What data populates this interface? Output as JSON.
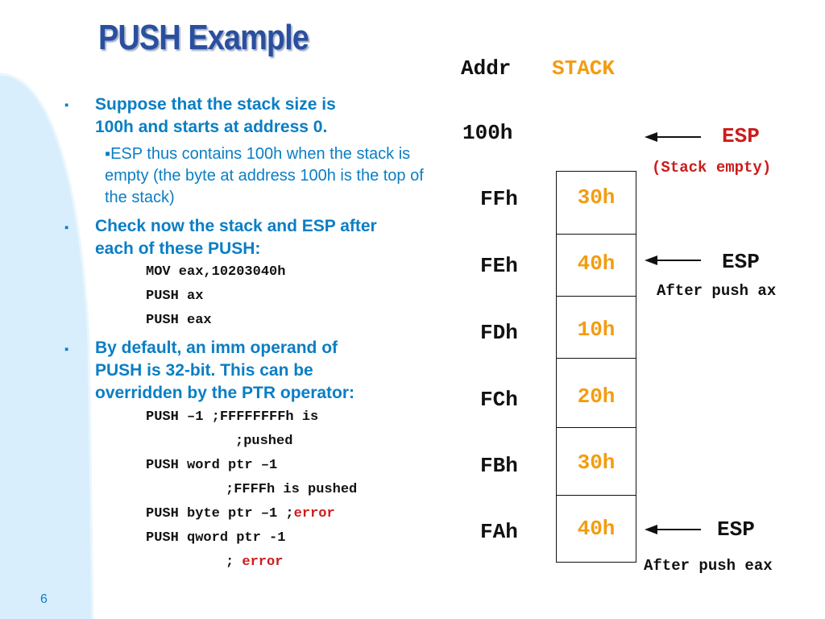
{
  "slide": {
    "title": "PUSH Example",
    "number": "6"
  },
  "bullets": [
    {
      "marker": "▪",
      "text": [
        "Suppose that the stack size is",
        "100h and starts at address 0."
      ],
      "sub": "▪ESP thus contains 100h when the stack is empty (the byte at address 100h is the top of the stack)"
    },
    {
      "marker": "▪",
      "text": [
        "Check now the stack and ESP after",
        "each of these PUSH:"
      ],
      "code": [
        "MOV eax,10203040h",
        "PUSH ax",
        "PUSH eax"
      ]
    },
    {
      "marker": "▪",
      "text": [
        "By default, an imm operand of",
        "PUSH is 32-bit. This can be",
        "overridden by the PTR operator:"
      ],
      "code": [
        "PUSH –1 ;FFFFFFFFh is",
        ";pushed",
        "PUSH word ptr –1",
        ";FFFFh is pushed",
        "PUSH byte ptr –1 ;",
        "error",
        "PUSH qword ptr -1",
        "; ",
        "error"
      ]
    }
  ],
  "diagram": {
    "addr_header": "Addr",
    "stack_header": "STACK",
    "top_addr": "100h",
    "rows": [
      {
        "addr": "FFh",
        "value": "30h"
      },
      {
        "addr": "FEh",
        "value": "40h"
      },
      {
        "addr": "FDh",
        "value": "10h"
      },
      {
        "addr": "FCh",
        "value": "20h"
      },
      {
        "addr": "FBh",
        "value": "30h"
      },
      {
        "addr": "FAh",
        "value": "40h"
      }
    ],
    "esp_markers": [
      {
        "label": "ESP",
        "note": "(Stack empty)"
      },
      {
        "label": "ESP",
        "note": "After push ax"
      },
      {
        "label": "ESP",
        "note": "After push eax"
      }
    ]
  },
  "colors": {
    "title": "#2a4f9e",
    "text": "#0a7ec4",
    "stack_value": "#f39c12",
    "error": "#cc1c1c",
    "background_curve": "#d9eefc"
  }
}
